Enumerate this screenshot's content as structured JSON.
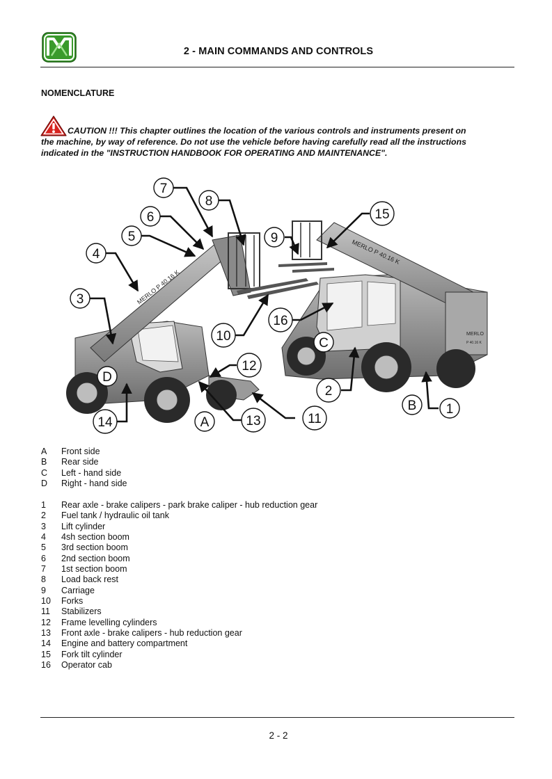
{
  "header": {
    "title": "2 - MAIN COMMANDS AND CONTROLS",
    "logo_icon": "merlo-logo-icon"
  },
  "section_title": "NOMENCLATURE",
  "caution": {
    "icon": "warning-triangle-icon",
    "lines": [
      "CAUTION !!! This chapter outlines the location of the various controls and instruments present on",
      "the machine, by way of reference. Do not use the vehicle before having carefully read all the instructions",
      "indicated in the \"INSTRUCTION HANDBOOK FOR OPERATING AND MAINTENANCE\"."
    ]
  },
  "figure": {
    "boom_text_left": "MERLO  P 40.16 K",
    "boom_text_right": "MERLO  P 40.16 K",
    "body_text": "MERLO",
    "body_subtext": "P 40.16 K",
    "callouts": [
      "1",
      "2",
      "3",
      "4",
      "5",
      "6",
      "7",
      "8",
      "9",
      "10",
      "11",
      "12",
      "13",
      "14",
      "15",
      "16",
      "A",
      "B",
      "C",
      "D"
    ]
  },
  "legend_sides": [
    {
      "code": "A",
      "label": "Front side"
    },
    {
      "code": "B",
      "label": "Rear side"
    },
    {
      "code": "C",
      "label": "Left - hand side"
    },
    {
      "code": "D",
      "label": "Right - hand side"
    }
  ],
  "legend_parts": [
    {
      "code": "1",
      "label": "Rear axle - brake calipers - park brake caliper - hub reduction gear"
    },
    {
      "code": "2",
      "label": "Fuel tank / hydraulic oil tank"
    },
    {
      "code": "3",
      "label": "Lift cylinder"
    },
    {
      "code": "4",
      "label": "4sh section boom"
    },
    {
      "code": "5",
      "label": "3rd section boom"
    },
    {
      "code": "6",
      "label": "2nd section boom"
    },
    {
      "code": "7",
      "label": "1st section boom"
    },
    {
      "code": "8",
      "label": "Load back rest"
    },
    {
      "code": "9",
      "label": "Carriage"
    },
    {
      "code": "10",
      "label": "Forks"
    },
    {
      "code": "11",
      "label": "Stabilizers"
    },
    {
      "code": "12",
      "label": "Frame levelling cylinders"
    },
    {
      "code": "13",
      "label": "Front axle - brake calipers - hub reduction gear"
    },
    {
      "code": "14",
      "label": "Engine and battery compartment"
    },
    {
      "code": "15",
      "label": "Fork tilt cylinder"
    },
    {
      "code": "16",
      "label": "Operator cab"
    }
  ],
  "page_number": "2 - 2",
  "colors": {
    "logo_green": "#3a9a2c",
    "warning_red": "#d8231f",
    "machine_gray": "#8c8c8c"
  }
}
